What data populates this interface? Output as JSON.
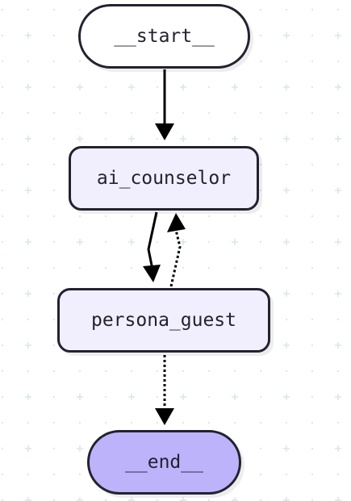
{
  "diagram": {
    "type": "flowchart",
    "nodes": [
      {
        "id": "start",
        "label": "__start__",
        "shape": "stadium",
        "fill": "#ffffff"
      },
      {
        "id": "ai_counselor",
        "label": "ai_counselor",
        "shape": "rounded-rect",
        "fill": "#f1effe"
      },
      {
        "id": "persona_guest",
        "label": "persona_guest",
        "shape": "rounded-rect",
        "fill": "#f1effe"
      },
      {
        "id": "end",
        "label": "__end__",
        "shape": "stadium",
        "fill": "#bcb3fb"
      }
    ],
    "edges": [
      {
        "from": "__start__",
        "to": "ai_counselor",
        "style": "solid"
      },
      {
        "from": "ai_counselor",
        "to": "persona_guest",
        "style": "solid"
      },
      {
        "from": "persona_guest",
        "to": "ai_counselor",
        "style": "dotted"
      },
      {
        "from": "persona_guest",
        "to": "__end__",
        "style": "dotted"
      }
    ],
    "colors": {
      "stroke": "#222230",
      "node_fill": "#f1effe",
      "end_fill": "#bcb3fb",
      "background_grid": "#d6e8e3"
    }
  }
}
